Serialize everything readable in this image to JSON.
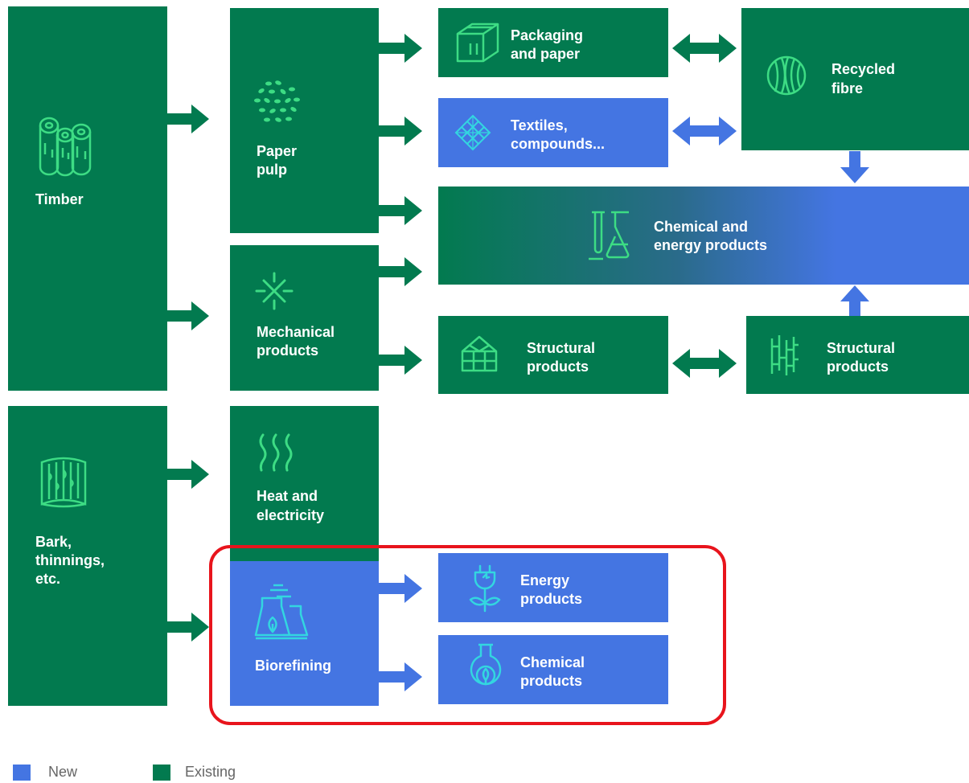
{
  "nodes": {
    "timber": "Timber",
    "bark": [
      "Bark,",
      "thinnings,",
      "etc."
    ],
    "paper_pulp": [
      "Paper",
      "pulp"
    ],
    "mechanical": [
      "Mechanical",
      "products"
    ],
    "heat": [
      "Heat and",
      "electricity"
    ],
    "biorefining": "Biorefining",
    "packaging": [
      "Packaging",
      "and paper"
    ],
    "textiles": [
      "Textiles,",
      "compounds..."
    ],
    "chemical_energy": [
      "Chemical and",
      "energy products"
    ],
    "structural_left": [
      "Structural",
      "products"
    ],
    "recycled": [
      "Recycled",
      "fibre"
    ],
    "structural_right": [
      "Structural",
      "products"
    ],
    "energy_products": [
      "Energy",
      "products"
    ],
    "chemical_products": [
      "Chemical",
      "products"
    ]
  },
  "legend": {
    "new": "New",
    "existing": "Existing"
  },
  "colors": {
    "existing": "#027a4f",
    "new": "#4475e2",
    "icon_on_green": "#3ddc84",
    "icon_on_blue": "#33d6e0",
    "highlight": "#e8141c"
  }
}
